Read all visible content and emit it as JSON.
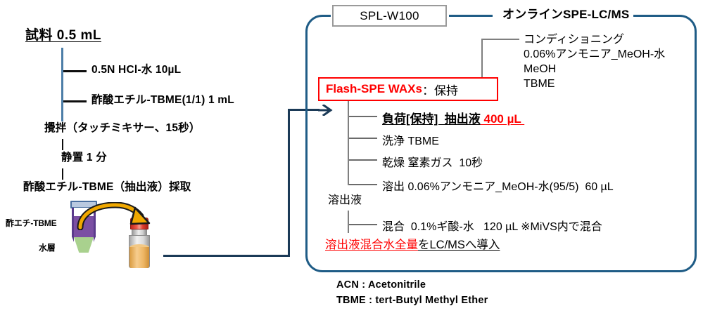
{
  "left_flow": {
    "title": "試料 0.5 mL",
    "branches": [
      "0.5N HCl-水 10µL",
      "酢酸エチル-TBME(1/1) 1 mL"
    ],
    "nodes": [
      "攪拌（タッチミキサー、15秒）",
      "静置 1 分",
      "酢酸エチル-TBME（抽出液）採取"
    ],
    "tube_labels": {
      "organic": "酢エチ-TBME",
      "aqueous": "水層"
    }
  },
  "spe_panel": {
    "instrument_label": "SPL-W100",
    "title": "オンラインSPE-LC/MS",
    "conditioning": {
      "heading": "コンディショニング",
      "lines": [
        "0.06%アンモニア_MeOH-水",
        "MeOH",
        "TBME"
      ]
    },
    "flash_box": {
      "name": "Flash-SPE  WAXs",
      "separator": "：保持"
    },
    "steps": [
      {
        "label": "負荷[保持]  抽出液",
        "value": " 400 µL "
      },
      {
        "label": "洗浄 TBME",
        "value": ""
      },
      {
        "label": "乾燥 窒素ガス  10秒",
        "value": ""
      },
      {
        "label": "溶出 0.06%アンモニア_MeOH-水(95/5)  60 µL",
        "value": ""
      },
      {
        "label": "混合  0.1%ギ酸-水   120 µL ※MiVS内で混合",
        "value": ""
      }
    ],
    "eluate_label": "溶出液",
    "final": {
      "highlight": "溶出液混合水全量",
      "rest": "をLC/MSへ導入"
    }
  },
  "legend": [
    "ACN : Acetonitrile",
    "TBME : tert-Butyl Methyl Ether"
  ],
  "colors": {
    "accent_blue": "#1f5c86",
    "line_blue": "#4d7ea8",
    "red": "#ff0000",
    "gray_line": "#7f7f7f"
  }
}
